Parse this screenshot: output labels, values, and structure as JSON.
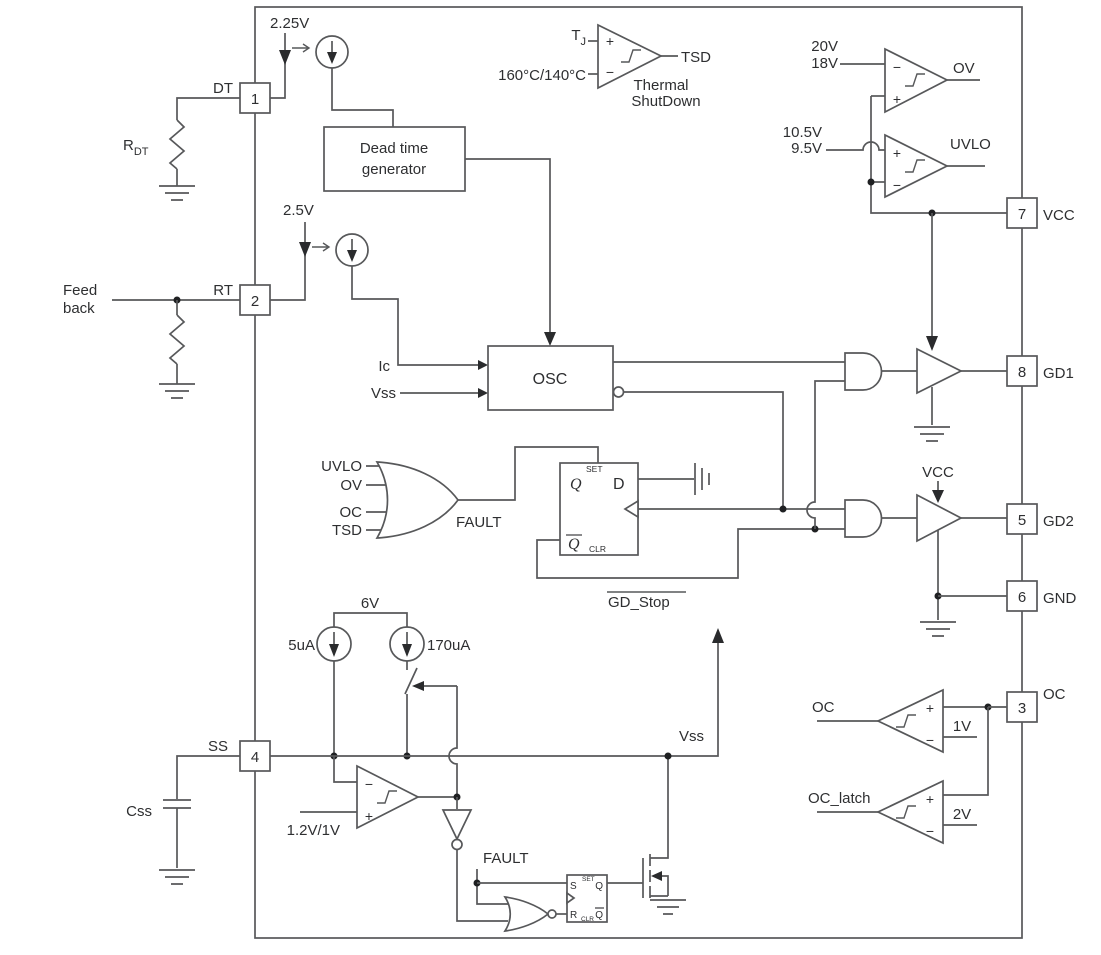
{
  "colors": {
    "line": "#57585a",
    "text": "#2e2f31",
    "background": "#ffffff"
  },
  "pins": {
    "p1": {
      "num": "1",
      "name": "DT"
    },
    "p2": {
      "num": "2",
      "name": "RT"
    },
    "p3": {
      "num": "3",
      "name": "OC"
    },
    "p4": {
      "num": "4",
      "name": "SS"
    },
    "p5": {
      "num": "5",
      "name": "GD2"
    },
    "p6": {
      "num": "6",
      "name": "GND"
    },
    "p7": {
      "num": "7",
      "name": "VCC"
    },
    "p8": {
      "num": "8",
      "name": "GD1"
    }
  },
  "blocks": {
    "deadtime_line1": "Dead time",
    "deadtime_line2": "generator",
    "osc": "OSC"
  },
  "flipflop": {
    "q": "Q",
    "set": "SET",
    "d": "D",
    "qbar": "Q",
    "clr": "CLR"
  },
  "latch": {
    "s": "S",
    "set": "SET",
    "q": "Q",
    "r": "R",
    "clr": "CLR",
    "qbar": "Q"
  },
  "labels": {
    "dt_setpoint": "2.25V",
    "rt_setpoint": "2.5V",
    "rdt": "R",
    "rdt_sub": "DT",
    "feedback_line1": "Feed",
    "feedback_line2": "back",
    "css": "Css",
    "tj": "T",
    "tj_sub": "J",
    "tsd_threshold": "160°C/140°C",
    "tsd_out": "TSD",
    "thermal_line1": "Thermal",
    "thermal_line2": "ShutDown",
    "ov_threshold_high": "20V",
    "ov_threshold_low": "18V",
    "ov_out": "OV",
    "uvlo_threshold_high": "10.5V",
    "uvlo_threshold_low": "9.5V",
    "uvlo_out": "UVLO",
    "ic_current": "Ic",
    "vss_osc": "Vss",
    "fault_in_uvlo": "UVLO",
    "fault_in_ov": "OV",
    "fault_in_oc": "OC",
    "fault_in_tsd": "TSD",
    "fault": "FAULT",
    "gd_stop": "GD_Stop",
    "vcc_gd2": "VCC",
    "rail_6v": "6V",
    "i_5ua": "5uA",
    "i_170ua": "170uA",
    "ss_threshold": "1.2V/1V",
    "vss_rail": "Vss",
    "fault_bottom": "FAULT",
    "oc_signal": "OC",
    "oc_threshold": "1V",
    "oc_latch_signal": "OC_latch",
    "oc_latch_threshold": "2V"
  },
  "signs": {
    "plus": "+",
    "minus": "−"
  }
}
